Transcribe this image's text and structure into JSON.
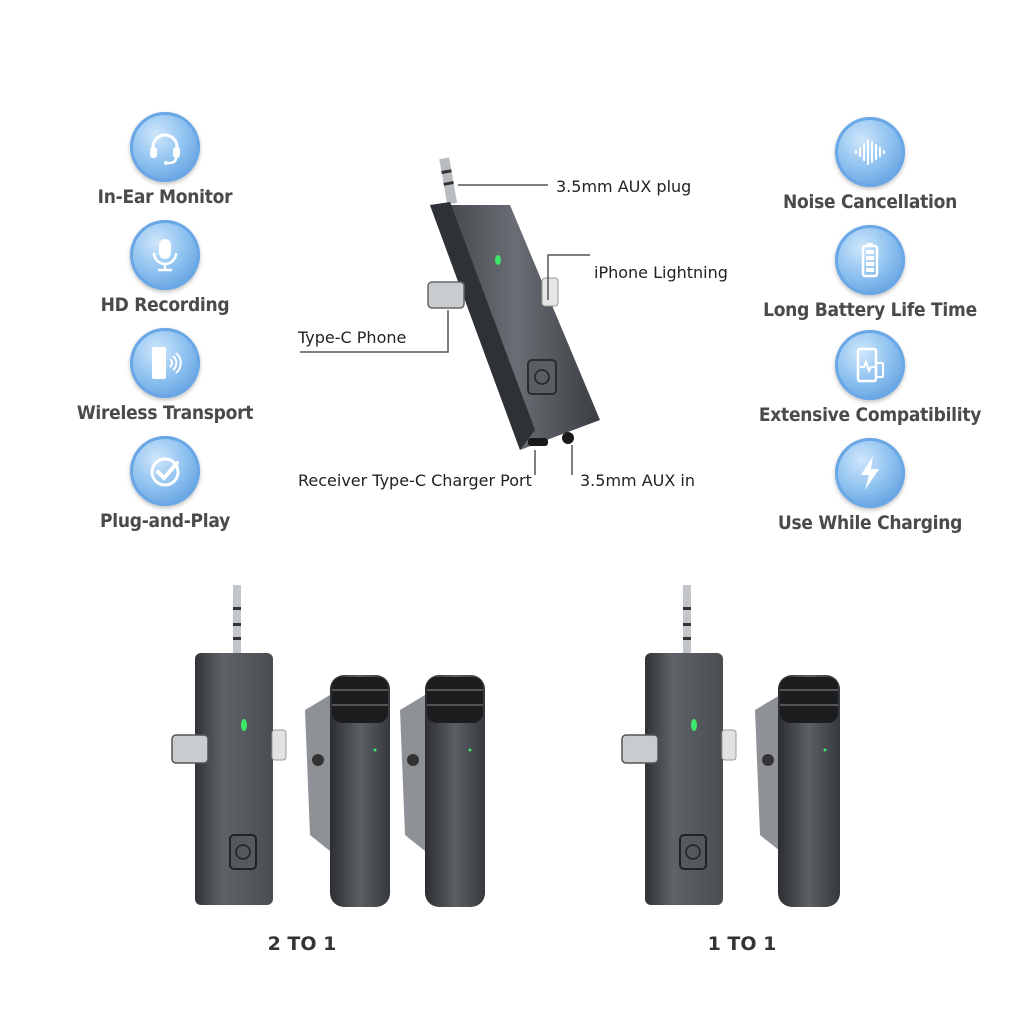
{
  "features_left": [
    {
      "label": "In-Ear Monitor",
      "icon": "headset-icon"
    },
    {
      "label": "HD Recording",
      "icon": "microphone-icon"
    },
    {
      "label": "Wireless Transport",
      "icon": "phone-wireless-icon"
    },
    {
      "label": "Plug-and-Play",
      "icon": "checkmark-icon"
    }
  ],
  "features_right": [
    {
      "label": "Noise Cancellation",
      "icon": "sound-wave-icon"
    },
    {
      "label": "Long Battery Life Time",
      "icon": "battery-icon"
    },
    {
      "label": "Extensive Compatibility",
      "icon": "phone-signal-icon"
    },
    {
      "label": "Use While Charging",
      "icon": "lightning-bolt-icon"
    }
  ],
  "callouts": {
    "aux_plug": "3.5mm AUX plug",
    "lightning": "iPhone Lightning",
    "typec_phone": "Type-C Phone",
    "charger_port": "Receiver Type-C Charger Port",
    "aux_in": "3.5mm AUX in"
  },
  "captions": {
    "set_a": "2 TO 1",
    "set_b": "1 TO 1"
  },
  "colors": {
    "badge_blue": "#4d8fd8",
    "device_gray": "#55585d",
    "led_green": "#3ee66a"
  }
}
